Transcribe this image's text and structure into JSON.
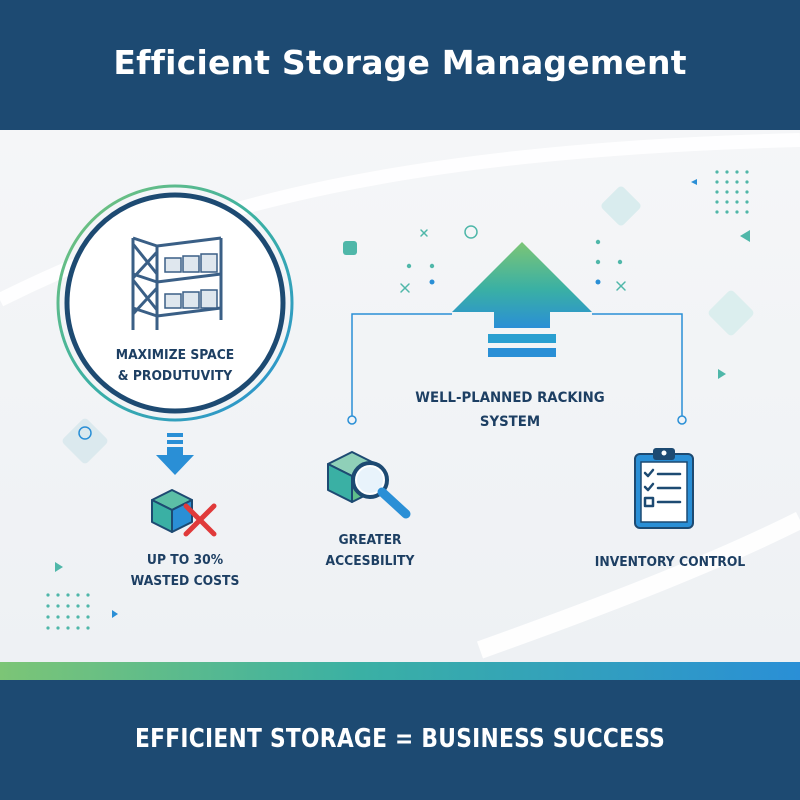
{
  "header": {
    "title": "Efficient Storage Management"
  },
  "circle": {
    "label": "MAXIMIZE SPACE\n& PRODUTUVITY",
    "icon": "warehouse-rack-icon"
  },
  "center": {
    "label": "WELL-PLANNED RACKING\nSYSTEM",
    "icon": "upward-arrow-icon"
  },
  "left_item": {
    "label": "UP TO 30%\nWASTED COSTS",
    "icons": [
      "down-arrow-icon",
      "box-icon",
      "red-x-icon"
    ]
  },
  "middle_item": {
    "label": "GREATER\nACCESBILITY",
    "icon": "box-magnifier-icon"
  },
  "right_item": {
    "label": "INVENTORY CONTROL",
    "icon": "clipboard-checklist-icon"
  },
  "footer": {
    "text": "EFFICIENT STORAGE = BUSINESS SUCCESS"
  },
  "colors": {
    "navy": "#1d4a72",
    "teal": "#3ab0a4",
    "blue": "#2a8fd6",
    "green": "#7cc576",
    "red": "#e03a3a",
    "background": "#f2f4f6"
  }
}
